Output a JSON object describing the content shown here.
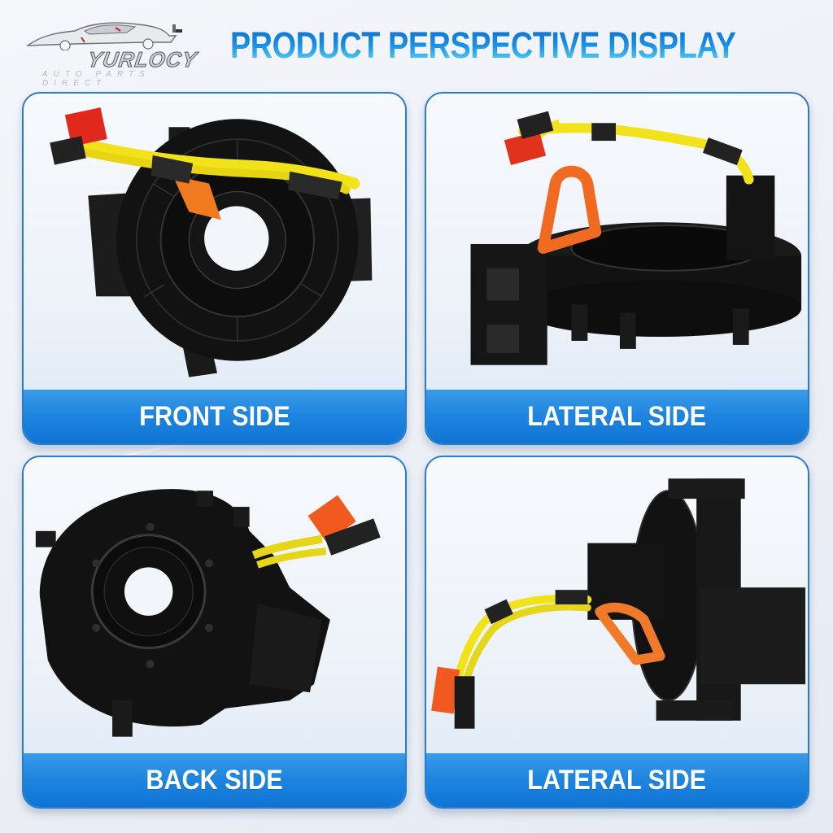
{
  "header": {
    "logo": {
      "brand": "YURLOCY",
      "tagline": "AUTO PARTS DIRECT",
      "icon": "sports-car-logo-icon"
    },
    "title": "PRODUCT PERSPECTIVE DISPLAY",
    "title_gradient": [
      "#0b6fd0",
      "#5fd4f7"
    ]
  },
  "panels": [
    {
      "label": "FRONT SIDE",
      "image": "clock-spring-front-view"
    },
    {
      "label": "LATERAL SIDE",
      "image": "clock-spring-lateral-view-1"
    },
    {
      "label": "BACK SIDE",
      "image": "clock-spring-back-view"
    },
    {
      "label": "LATERAL SIDE",
      "image": "clock-spring-lateral-view-2"
    }
  ],
  "colors": {
    "panel_border": "#2a7cc9",
    "label_strip": "#1f86e0",
    "label_text": "#ffffff",
    "wire_yellow": "#f2e21a",
    "connector_orange": "#f05a1e",
    "part_black": "#141414"
  }
}
